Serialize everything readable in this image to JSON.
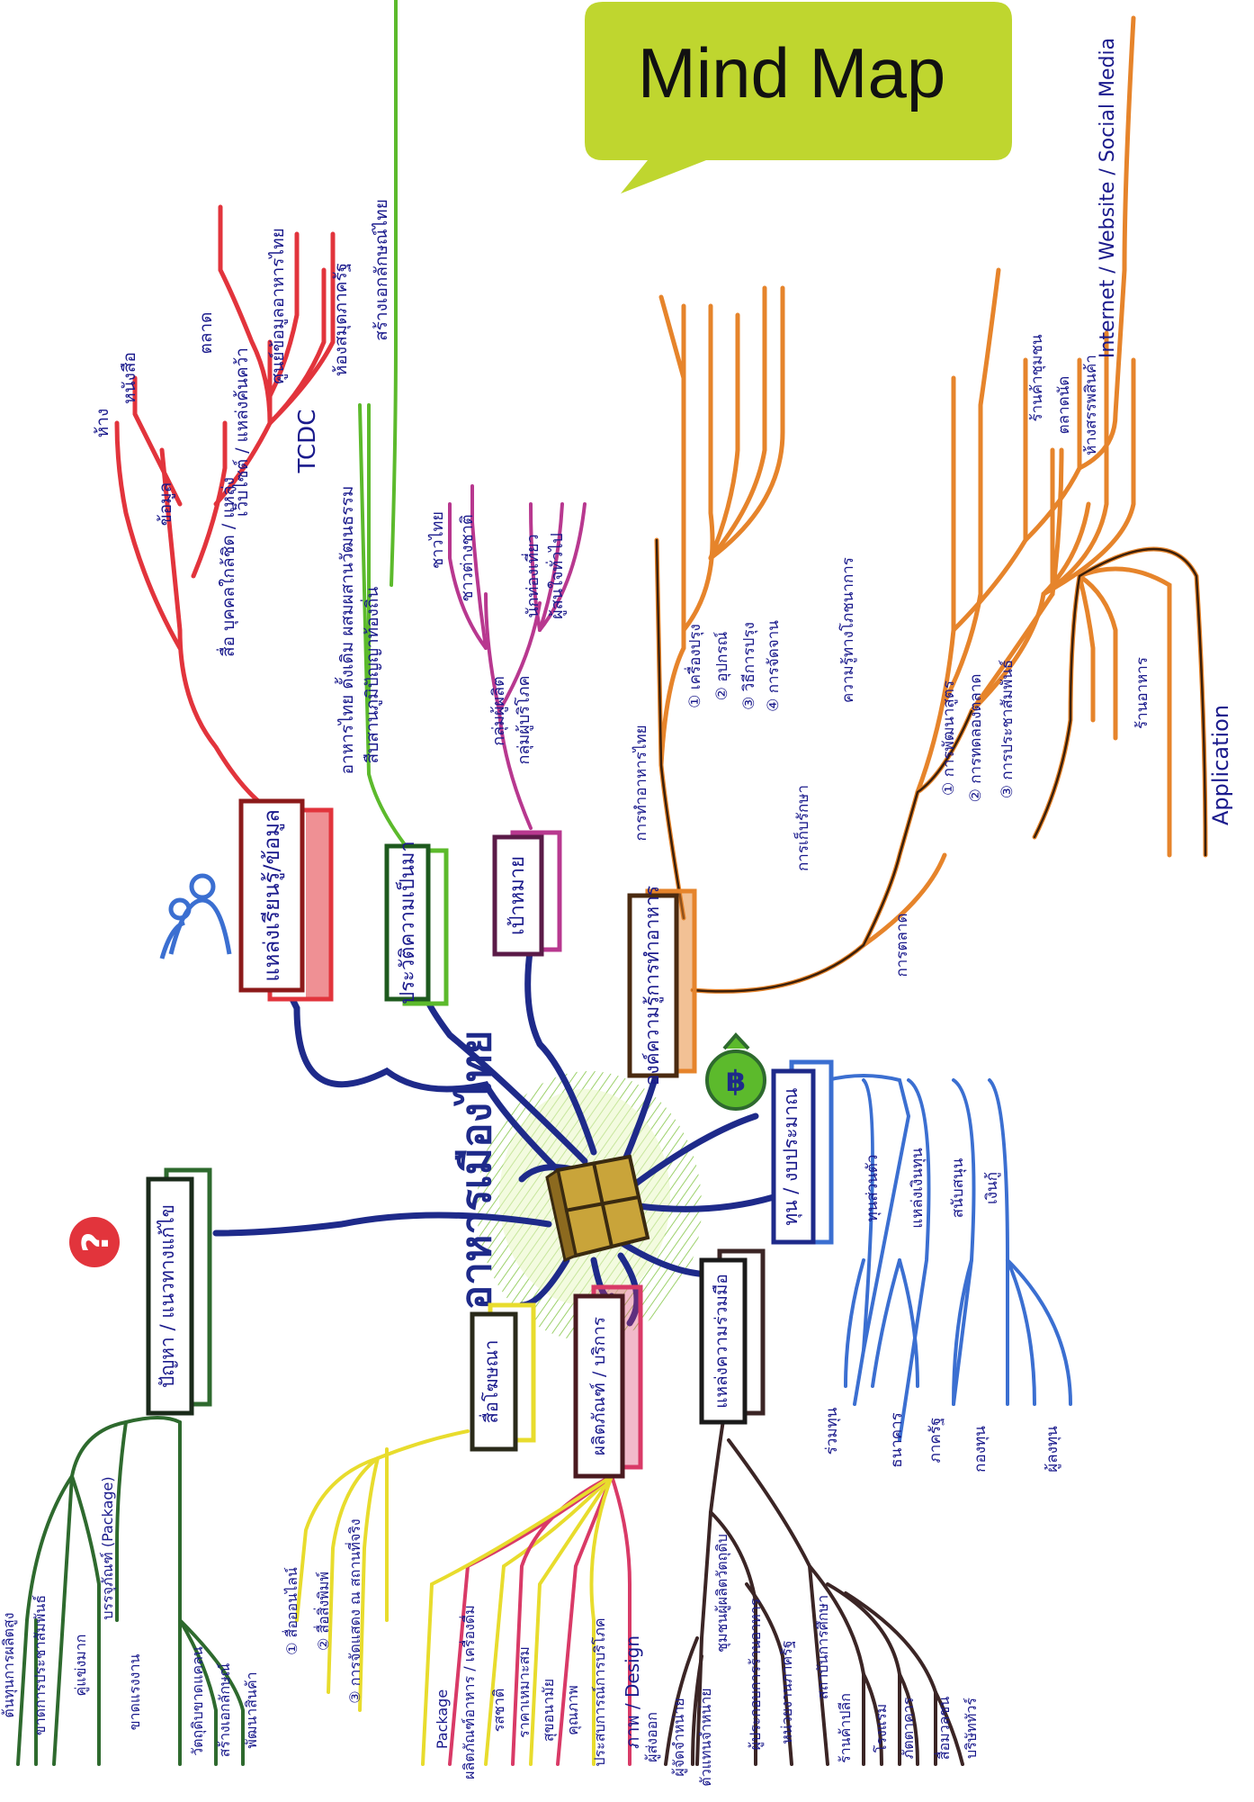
{
  "title": "Mind Map",
  "colors": {
    "bubble": "#bfd62f",
    "center": "#1e2a8a",
    "red": "#e2343c",
    "green": "#5cba2c",
    "purple": "#b8388f",
    "orange": "#e6842b",
    "blue": "#3b6fd1",
    "brown": "#3b2525",
    "pink": "#d93a67",
    "yellow": "#e8dc2d",
    "darkgreen": "#2e6a2e",
    "ink": "#1a1a8c"
  },
  "center": {
    "label": "อาหารเมืองไทย"
  },
  "branches": {
    "sources": {
      "label": "แหล่งเรียนรู้/ข้อมูล",
      "items": [
        "ข้อมูล",
        "ห้าง",
        "สื่อ บุคคลใกล้ชิด / แหล่ง",
        "หนังสือ",
        "ตลาด",
        "เว็บไซต์ / แหล่งค้นคว้า",
        "ศูนย์ข้อมูลอาหารไทย",
        "TCDC",
        "ห้องสมุดภาครัฐ"
      ]
    },
    "history": {
      "label": "ประวัติความเป็นมา",
      "items": [
        "อาหารไทย ดั้งเดิม ผสมผสานวัฒนธรรม",
        "สืบสานภูมิปัญญาท้องถิ่น",
        "สร้างเอกลักษณ์ไทย"
      ]
    },
    "goals": {
      "label": "เป้าหมาย",
      "items": [
        "กลุ่มผู้ผลิต",
        "กลุ่มผู้บริโภค",
        "ชาวไทย",
        "ชาวต่างชาติ",
        "นักท่องเที่ยว",
        "ผู้สนใจทั่วไป"
      ]
    },
    "knowledge": {
      "label": "องค์ความรู้การทำอาหาร",
      "items": [
        "การทำอาหารไทย",
        "① เครื่องปรุง",
        "② อุปกรณ์",
        "③ วิธีการปรุง",
        "④ การจัดจาน",
        "การเก็บรักษา",
        "ความรู้ทางโภชนาการ",
        "① การพัฒนาสูตร",
        "② การทดลองตลาด",
        "③ การประชาสัมพันธ์",
        "การตลาด",
        "Internet / Website / Social Media",
        "ร้านค้าชุมชน",
        "ตลาดนัด",
        "ห้างสรรพสินค้า",
        "ร้านอาหาร",
        "Application"
      ]
    },
    "budget": {
      "label": "ทุน / งบประมาณ",
      "items": [
        "ทุนส่วนตัว",
        "แหล่งเงินทุน",
        "สนับสนุน",
        "เงินกู้",
        "ร่วมทุน",
        "ธนาคาร",
        "ภาครัฐ",
        "กองทุน",
        "ผู้ลงทุน"
      ]
    },
    "partners": {
      "label": "แหล่งความร่วมมือ",
      "items": [
        "ชุมชนผู้ผลิตวัตถุดิบ",
        "ผู้ประกอบการร้านอาหาร",
        "หน่วยงานภาครัฐ",
        "สถาบันการศึกษา",
        "ผู้ส่งออก",
        "ผู้จัดจำหน่าย",
        "ตัวแทนจำหน่าย",
        "ร้านค้าปลีก",
        "โรงแรม",
        "ภัตตาคาร",
        "สื่อมวลชน",
        "บริษัททัวร์"
      ]
    },
    "services": {
      "label": "ผลิตภัณฑ์ / บริการ",
      "items": [
        "Package",
        "ผลิตภัณฑ์อาหาร / เครื่องดื่ม",
        "รสชาติ",
        "ราคาเหมาะสม",
        "สุขอนามัย",
        "คุณภาพ",
        "ประสบการณ์การบริโภค",
        "ภาพ / Design"
      ]
    },
    "media": {
      "label": "สื่อโฆษณา",
      "items": [
        "① สื่อออนไลน์",
        "② สื่อสิ่งพิมพ์",
        "③ การจัดแสดง ณ สถานที่จริง"
      ]
    },
    "problems": {
      "label": "ปัญหา / แนวทางแก้ไข",
      "items": [
        "ต้นทุนการผลิตสูง",
        "ขาดการประชาสัมพันธ์",
        "คู่แข่งมาก",
        "บรรจุภัณฑ์ (Package)",
        "ขาดแรงงาน",
        "วัตถุดิบขาดแคลน",
        "สร้างเอกลักษณ์",
        "พัฒนาสินค้า"
      ]
    }
  }
}
